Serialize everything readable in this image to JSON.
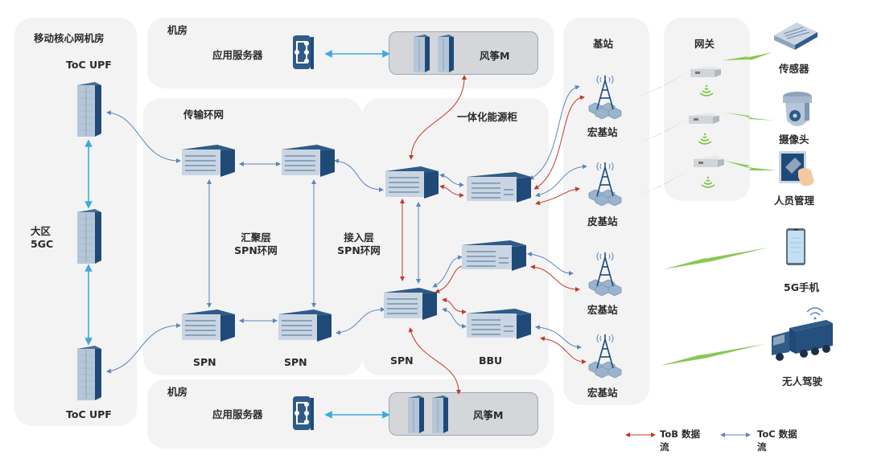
{
  "core_room": {
    "title": "移动核心网机房",
    "upf_top": "ToC UPF",
    "region_5gc": [
      "大区",
      "5GC"
    ],
    "upf_bottom": "ToC UPF"
  },
  "top_room": {
    "title": "机房",
    "app_server": "应用服务器",
    "fengzheng": "风筝M"
  },
  "bottom_room": {
    "title": "机房",
    "app_server": "应用服务器",
    "fengzheng": "风筝M"
  },
  "transport": {
    "title": "传输环网",
    "aggregation_ring": [
      "汇聚层",
      "SPN环网"
    ],
    "access_ring": [
      "接入层",
      "SPN环网"
    ],
    "spn_labels": [
      "SPN",
      "SPN"
    ]
  },
  "energy_cabinet": {
    "title": "一体化能源柜",
    "spn_label": "SPN",
    "bbu_label": "BBU"
  },
  "base_stations": {
    "title": "基站",
    "items": [
      "宏基站",
      "皮基站",
      "宏基站",
      "宏基站"
    ]
  },
  "gateway": {
    "title": "网关"
  },
  "terminals": {
    "items": [
      "传感器",
      "摄像头",
      "人员管理",
      "5G手机",
      "无人驾驶"
    ]
  },
  "legend": {
    "tob": [
      "ToB 数据",
      "流"
    ],
    "toc": [
      "ToC 数据",
      "流"
    ]
  },
  "colors": {
    "tob_flow": "#c0392b",
    "toc_flow": "#5b86b8",
    "core_link": "#3fa9dc",
    "wireless": "#7dc242",
    "device_dark": "#1f4a78",
    "panel_bg": "#f3f3f3"
  }
}
